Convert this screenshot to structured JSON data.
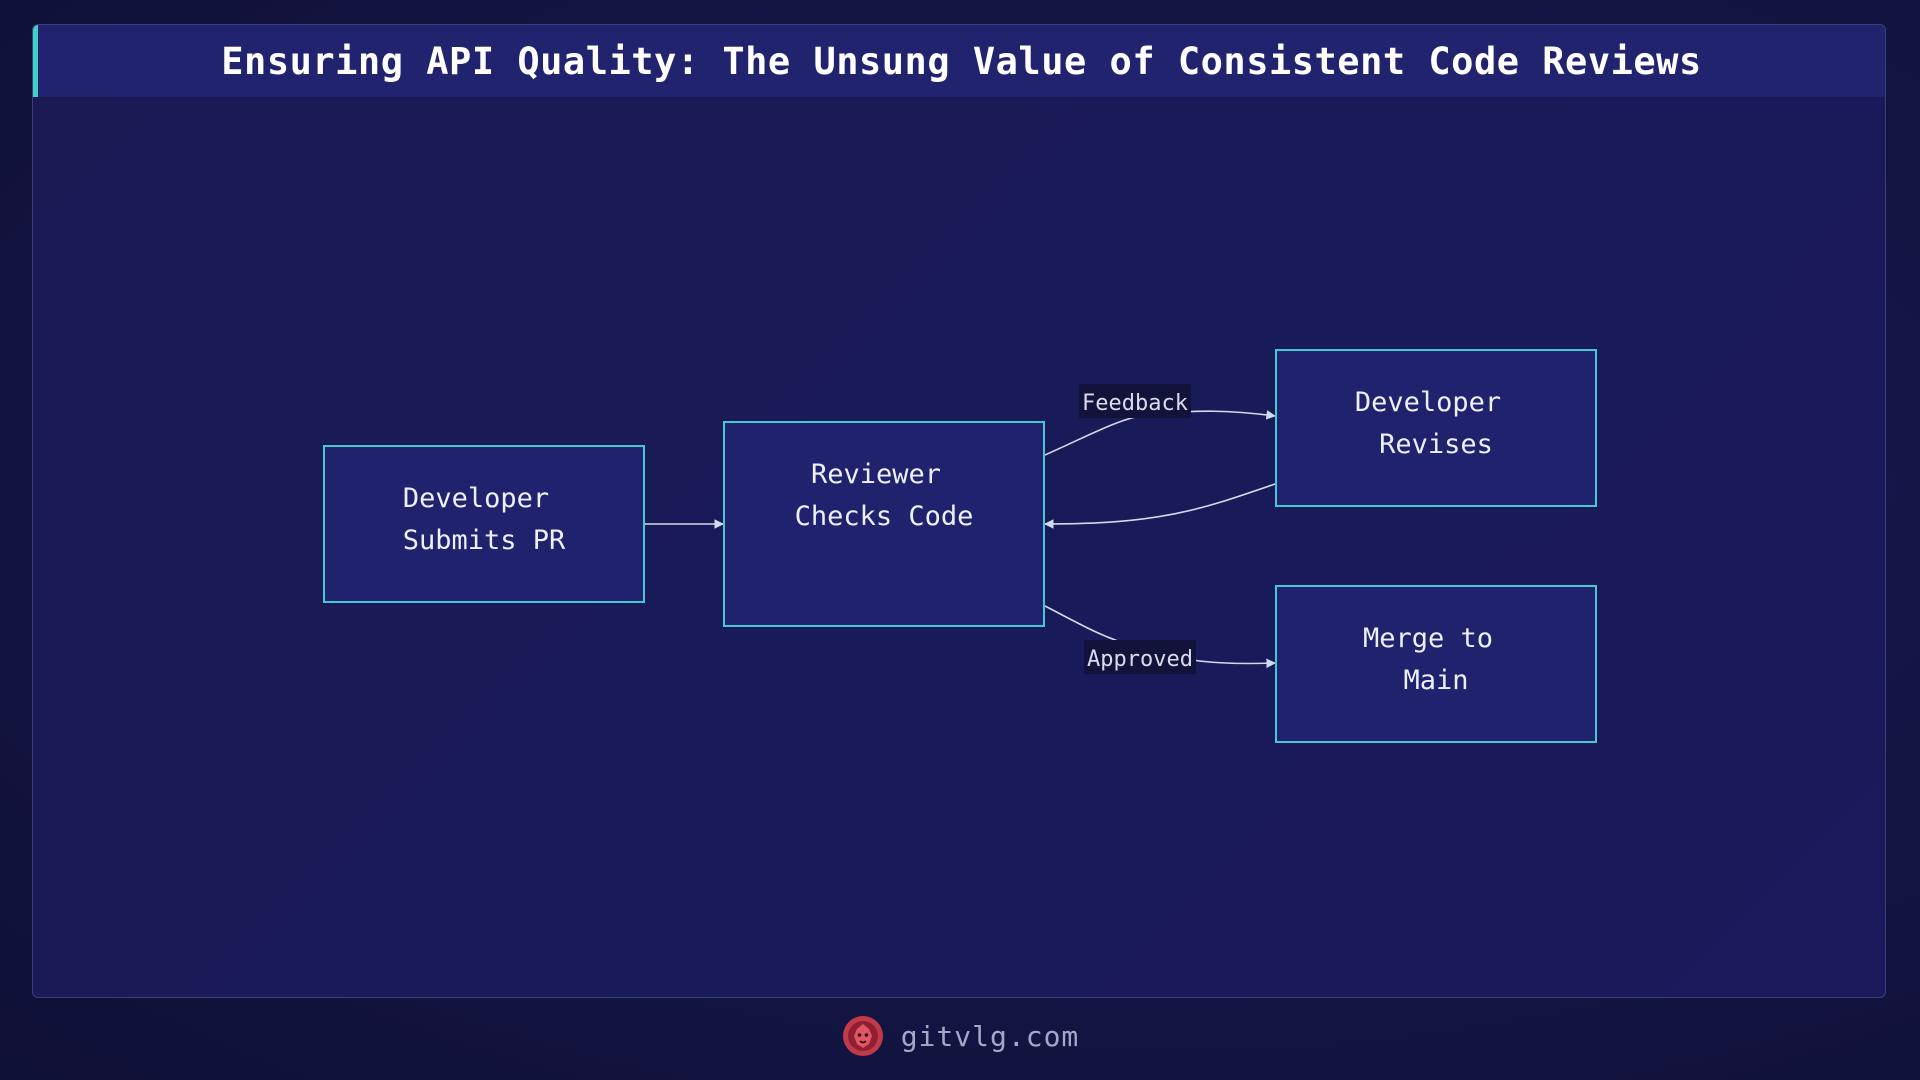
{
  "header": {
    "title": "Ensuring API Quality: The Unsung Value of Consistent Code Reviews"
  },
  "diagram": {
    "nodes": {
      "submit": {
        "line1": "Developer",
        "line2": "Submits PR"
      },
      "review": {
        "line1": "Reviewer",
        "line2": "Checks Code"
      },
      "revise": {
        "line1": "Developer",
        "line2": "Revises"
      },
      "merge": {
        "line1": "Merge to",
        "line2": "Main"
      }
    },
    "edges": {
      "feedback": "Feedback",
      "approved": "Approved"
    }
  },
  "footer": {
    "brand": "gitvlg.com",
    "logo_icon": "lion-icon"
  },
  "colors": {
    "accent": "#3fd0c9",
    "node_border": "#45c8d6",
    "node_fill": "#21226e",
    "background": "#141545"
  }
}
